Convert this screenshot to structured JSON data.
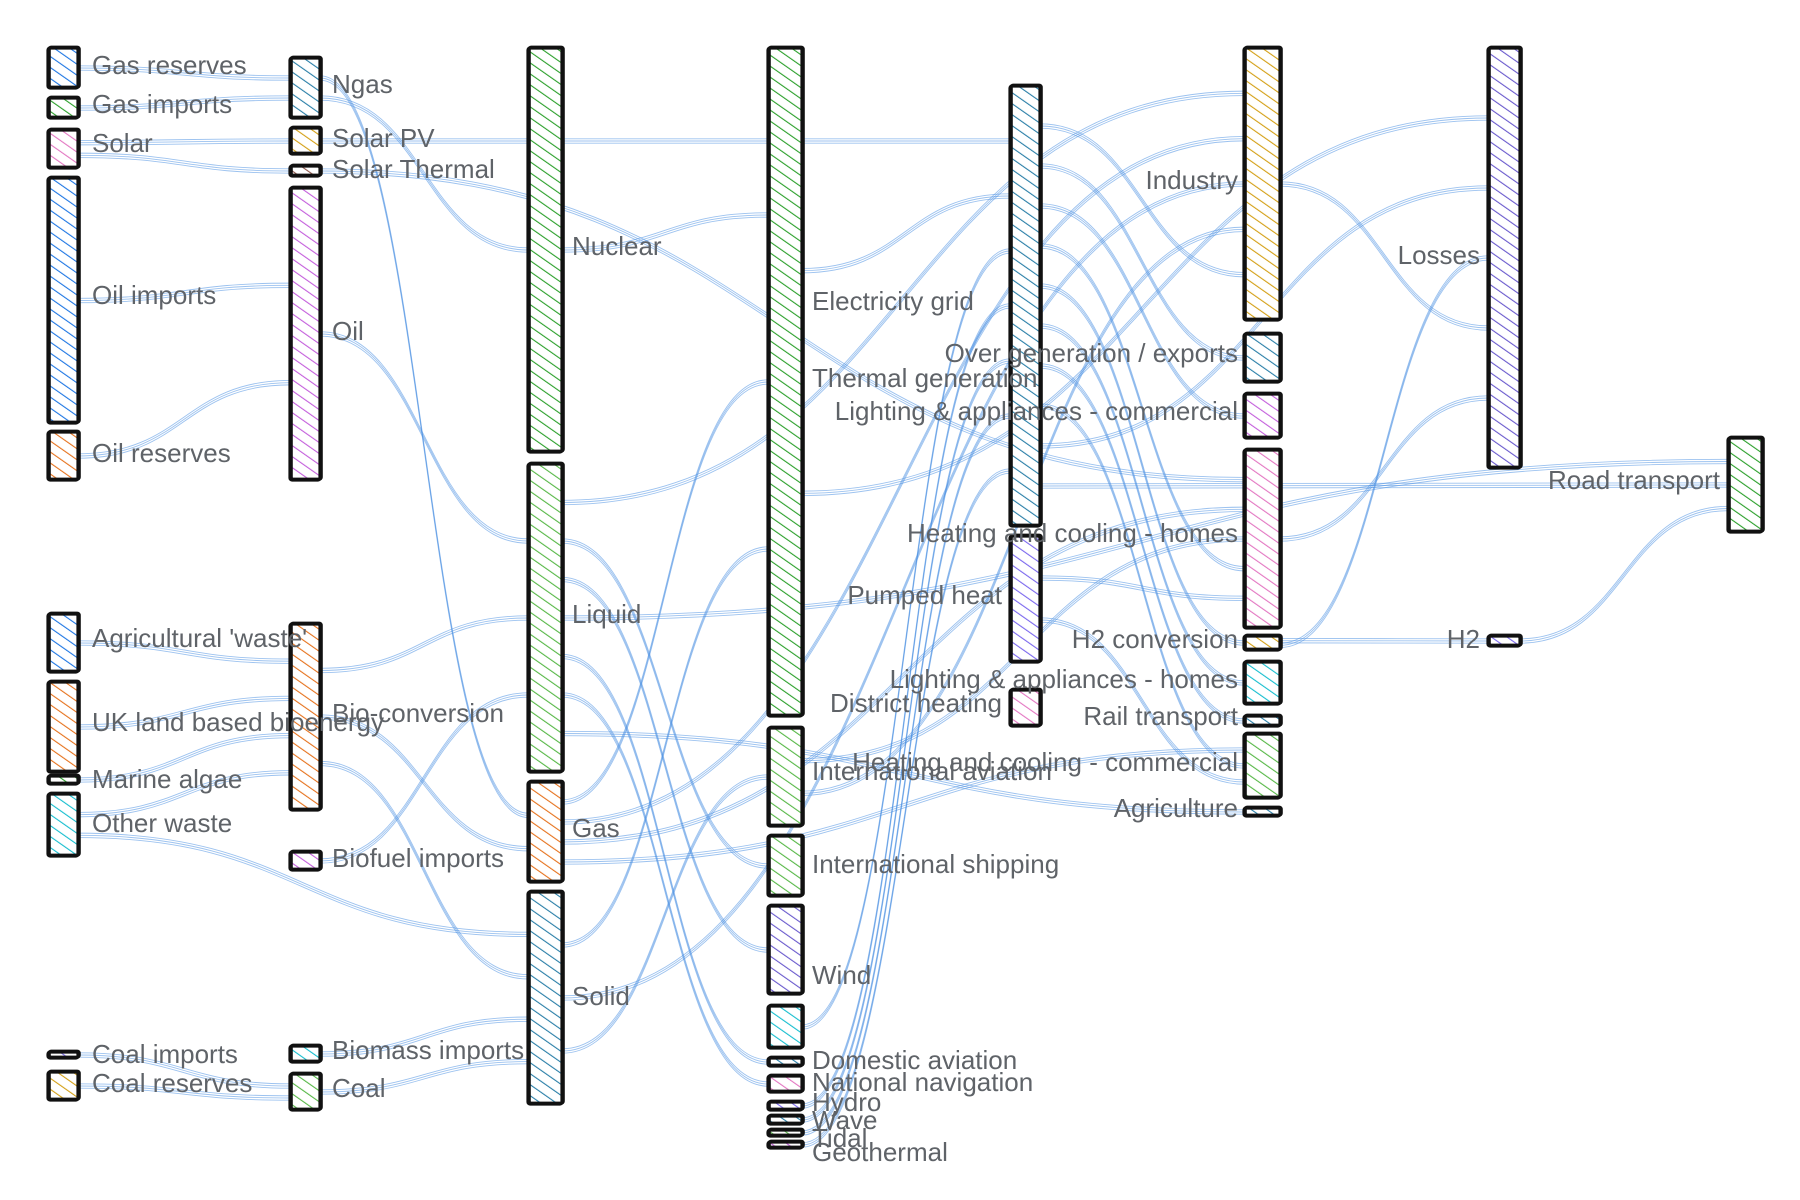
{
  "diagram": {
    "type": "sankey",
    "style": "hand-drawn",
    "link_color": "#4a90e2",
    "nodes": [
      {
        "id": "gas_reserves",
        "label": "Gas reserves",
        "color": "#1f77e4"
      },
      {
        "id": "gas_imports",
        "label": "Gas imports",
        "color": "#2ca02c"
      },
      {
        "id": "solar",
        "label": "Solar",
        "color": "#e377c2"
      },
      {
        "id": "oil_imports",
        "label": "Oil imports",
        "color": "#1f77e4"
      },
      {
        "id": "oil_reserves",
        "label": "Oil reserves",
        "color": "#e6731e"
      },
      {
        "id": "agri_waste",
        "label": "Agricultural 'waste'",
        "color": "#1f77e4"
      },
      {
        "id": "uk_land",
        "label": "UK land based bioenergy",
        "color": "#e6731e"
      },
      {
        "id": "marine_algae",
        "label": "Marine algae",
        "color": "#2ca02c"
      },
      {
        "id": "other_waste",
        "label": "Other waste",
        "color": "#17becf"
      },
      {
        "id": "coal_imports",
        "label": "Coal imports",
        "color": "#7b68ee"
      },
      {
        "id": "coal_reserves",
        "label": "Coal reserves",
        "color": "#d4a017"
      },
      {
        "id": "ngas",
        "label": "Ngas",
        "color": "#2a7fa8"
      },
      {
        "id": "solar_pv",
        "label": "Solar PV",
        "color": "#d4a017"
      },
      {
        "id": "solar_thermal",
        "label": "Solar Thermal",
        "color": "#8c564b"
      },
      {
        "id": "oil",
        "label": "Oil",
        "color": "#c45fdc"
      },
      {
        "id": "bio_conversion",
        "label": "Bio-conversion",
        "color": "#e6731e"
      },
      {
        "id": "biofuel_imports",
        "label": "Biofuel imports",
        "color": "#c45fdc"
      },
      {
        "id": "biomass_imports",
        "label": "Biomass imports",
        "color": "#17becf"
      },
      {
        "id": "coal",
        "label": "Coal",
        "color": "#57b847"
      },
      {
        "id": "nuclear",
        "label": "Nuclear",
        "color": "#2ca02c"
      },
      {
        "id": "liquid",
        "label": "Liquid",
        "color": "#57b847"
      },
      {
        "id": "gas",
        "label": "Gas",
        "color": "#e6731e"
      },
      {
        "id": "solid",
        "label": "Solid",
        "color": "#2a7fa8"
      },
      {
        "id": "thermal_generation",
        "label": "Thermal generation",
        "color": "#2ca02c"
      },
      {
        "id": "district_heating",
        "label": "District heating",
        "color": "#57b847"
      },
      {
        "id": "intl_aviation",
        "label": "International aviation",
        "color": "#57b847"
      },
      {
        "id": "intl_shipping",
        "label": "International shipping",
        "color": "#6a5acd"
      },
      {
        "id": "wind",
        "label": "Wind",
        "color": "#17becf"
      },
      {
        "id": "domestic_aviation",
        "label": "Domestic aviation",
        "color": "#2a7fa8"
      },
      {
        "id": "national_navigation",
        "label": "National navigation",
        "color": "#e377c2"
      },
      {
        "id": "hydro",
        "label": "Hydro",
        "color": "#7b68ee"
      },
      {
        "id": "wave",
        "label": "Wave",
        "color": "#2a7fa8"
      },
      {
        "id": "tidal",
        "label": "Tidal",
        "color": "#57b847"
      },
      {
        "id": "geothermal",
        "label": "Geothermal",
        "color": "#c45fdc"
      },
      {
        "id": "electricity_grid",
        "label": "Electricity grid",
        "color": "#2a7fa8"
      },
      {
        "id": "pumped_heat",
        "label": "Pumped heat",
        "color": "#7b68ee"
      },
      {
        "id": "lighting_homes_box",
        "label": "",
        "color": "#e377c2"
      },
      {
        "id": "industry",
        "label": "Industry",
        "color": "#d4a017"
      },
      {
        "id": "over_generation",
        "label": "Over generation / exports",
        "color": "#2a7fa8"
      },
      {
        "id": "lighting_commercial",
        "label": "Lighting & appliances - commercial",
        "color": "#c45fdc"
      },
      {
        "id": "heating_homes",
        "label": "Heating and cooling - homes",
        "color": "#e377c2"
      },
      {
        "id": "h2_conversion",
        "label": "H2 conversion",
        "color": "#d4a017"
      },
      {
        "id": "lighting_homes",
        "label": "Lighting & appliances - homes",
        "color": "#17becf"
      },
      {
        "id": "rail_transport",
        "label": "Rail transport",
        "color": "#2a7fa8"
      },
      {
        "id": "heating_commercial",
        "label": "Heating and cooling - commercial",
        "color": "#57b847"
      },
      {
        "id": "agriculture",
        "label": "Agriculture",
        "color": "#2a7fa8"
      },
      {
        "id": "losses",
        "label": "Losses",
        "color": "#6a5acd"
      },
      {
        "id": "h2",
        "label": "H2",
        "color": "#7b68ee"
      },
      {
        "id": "road_transport",
        "label": "Road transport",
        "color": "#2ca02c"
      }
    ],
    "links": [
      [
        "gas_reserves",
        "ngas"
      ],
      [
        "gas_imports",
        "ngas"
      ],
      [
        "solar",
        "solar_pv"
      ],
      [
        "solar",
        "solar_thermal"
      ],
      [
        "oil_imports",
        "oil"
      ],
      [
        "oil_reserves",
        "oil"
      ],
      [
        "agri_waste",
        "bio_conversion"
      ],
      [
        "uk_land",
        "bio_conversion"
      ],
      [
        "marine_algae",
        "bio_conversion"
      ],
      [
        "other_waste",
        "bio_conversion"
      ],
      [
        "other_waste",
        "solid"
      ],
      [
        "coal_imports",
        "coal"
      ],
      [
        "coal_reserves",
        "coal"
      ],
      [
        "ngas",
        "gas"
      ],
      [
        "ngas",
        "nuclear"
      ],
      [
        "solar_pv",
        "electricity_grid"
      ],
      [
        "solar_thermal",
        "heating_homes"
      ],
      [
        "oil",
        "liquid"
      ],
      [
        "bio_conversion",
        "liquid"
      ],
      [
        "bio_conversion",
        "gas"
      ],
      [
        "bio_conversion",
        "solid"
      ],
      [
        "biofuel_imports",
        "liquid"
      ],
      [
        "biomass_imports",
        "solid"
      ],
      [
        "coal",
        "solid"
      ],
      [
        "nuclear",
        "thermal_generation"
      ],
      [
        "liquid",
        "industry"
      ],
      [
        "liquid",
        "intl_aviation"
      ],
      [
        "liquid",
        "intl_shipping"
      ],
      [
        "liquid",
        "road_transport"
      ],
      [
        "liquid",
        "domestic_aviation"
      ],
      [
        "liquid",
        "national_navigation"
      ],
      [
        "liquid",
        "agriculture"
      ],
      [
        "gas",
        "thermal_generation"
      ],
      [
        "gas",
        "industry"
      ],
      [
        "gas",
        "heating_homes"
      ],
      [
        "gas",
        "heating_commercial"
      ],
      [
        "solid",
        "thermal_generation"
      ],
      [
        "solid",
        "industry"
      ],
      [
        "solid",
        "district_heating"
      ],
      [
        "thermal_generation",
        "electricity_grid"
      ],
      [
        "thermal_generation",
        "losses"
      ],
      [
        "wind",
        "electricity_grid"
      ],
      [
        "hydro",
        "electricity_grid"
      ],
      [
        "wave",
        "electricity_grid"
      ],
      [
        "tidal",
        "electricity_grid"
      ],
      [
        "geothermal",
        "electricity_grid"
      ],
      [
        "district_heating",
        "heating_homes"
      ],
      [
        "district_heating",
        "industry"
      ],
      [
        "electricity_grid",
        "industry"
      ],
      [
        "electricity_grid",
        "over_generation"
      ],
      [
        "electricity_grid",
        "lighting_commercial"
      ],
      [
        "electricity_grid",
        "heating_homes"
      ],
      [
        "electricity_grid",
        "h2_conversion"
      ],
      [
        "electricity_grid",
        "lighting_homes"
      ],
      [
        "electricity_grid",
        "rail_transport"
      ],
      [
        "electricity_grid",
        "heating_commercial"
      ],
      [
        "electricity_grid",
        "losses"
      ],
      [
        "electricity_grid",
        "road_transport"
      ],
      [
        "pumped_heat",
        "heating_homes"
      ],
      [
        "pumped_heat",
        "heating_commercial"
      ],
      [
        "h2_conversion",
        "h2"
      ],
      [
        "h2_conversion",
        "losses"
      ],
      [
        "h2",
        "road_transport"
      ],
      [
        "industry",
        "losses"
      ],
      [
        "heating_homes",
        "losses"
      ]
    ]
  }
}
